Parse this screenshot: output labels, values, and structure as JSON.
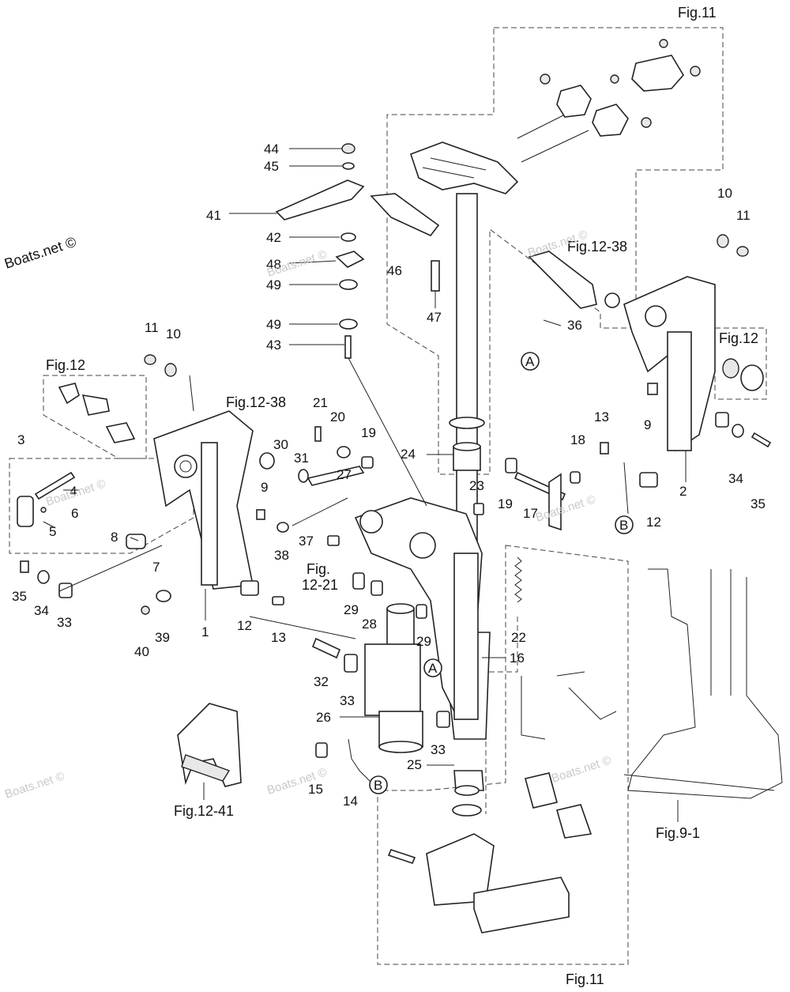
{
  "watermark": "Boats.net ©",
  "part_labels": [
    "1",
    "2",
    "3",
    "4",
    "5",
    "6",
    "7",
    "8",
    "9",
    "9",
    "10",
    "10",
    "11",
    "11",
    "12",
    "12",
    "12",
    "13",
    "13",
    "14",
    "15",
    "16",
    "17",
    "18",
    "19",
    "19",
    "20",
    "21",
    "22",
    "23",
    "24",
    "25",
    "26",
    "27",
    "28",
    "29",
    "29",
    "30",
    "31",
    "32",
    "33",
    "33",
    "33",
    "34",
    "34",
    "35",
    "35",
    "36",
    "37",
    "38",
    "39",
    "40",
    "41",
    "42",
    "43",
    "44",
    "45",
    "46",
    "47",
    "48",
    "49",
    "49"
  ],
  "figure_refs": {
    "fig11_top": "Fig.11",
    "fig11_bottom": "Fig.11",
    "fig12_left": "Fig.12",
    "fig12_right": "Fig.12",
    "fig12_38_left": "Fig.12-38",
    "fig12_38_right": "Fig.12-38",
    "fig12_21_a": "Fig.",
    "fig12_21_b": "12-21",
    "fig12_41": "Fig.12-41",
    "fig9_1": "Fig.9-1"
  },
  "connector_marks": [
    "A",
    "A",
    "B",
    "B"
  ]
}
